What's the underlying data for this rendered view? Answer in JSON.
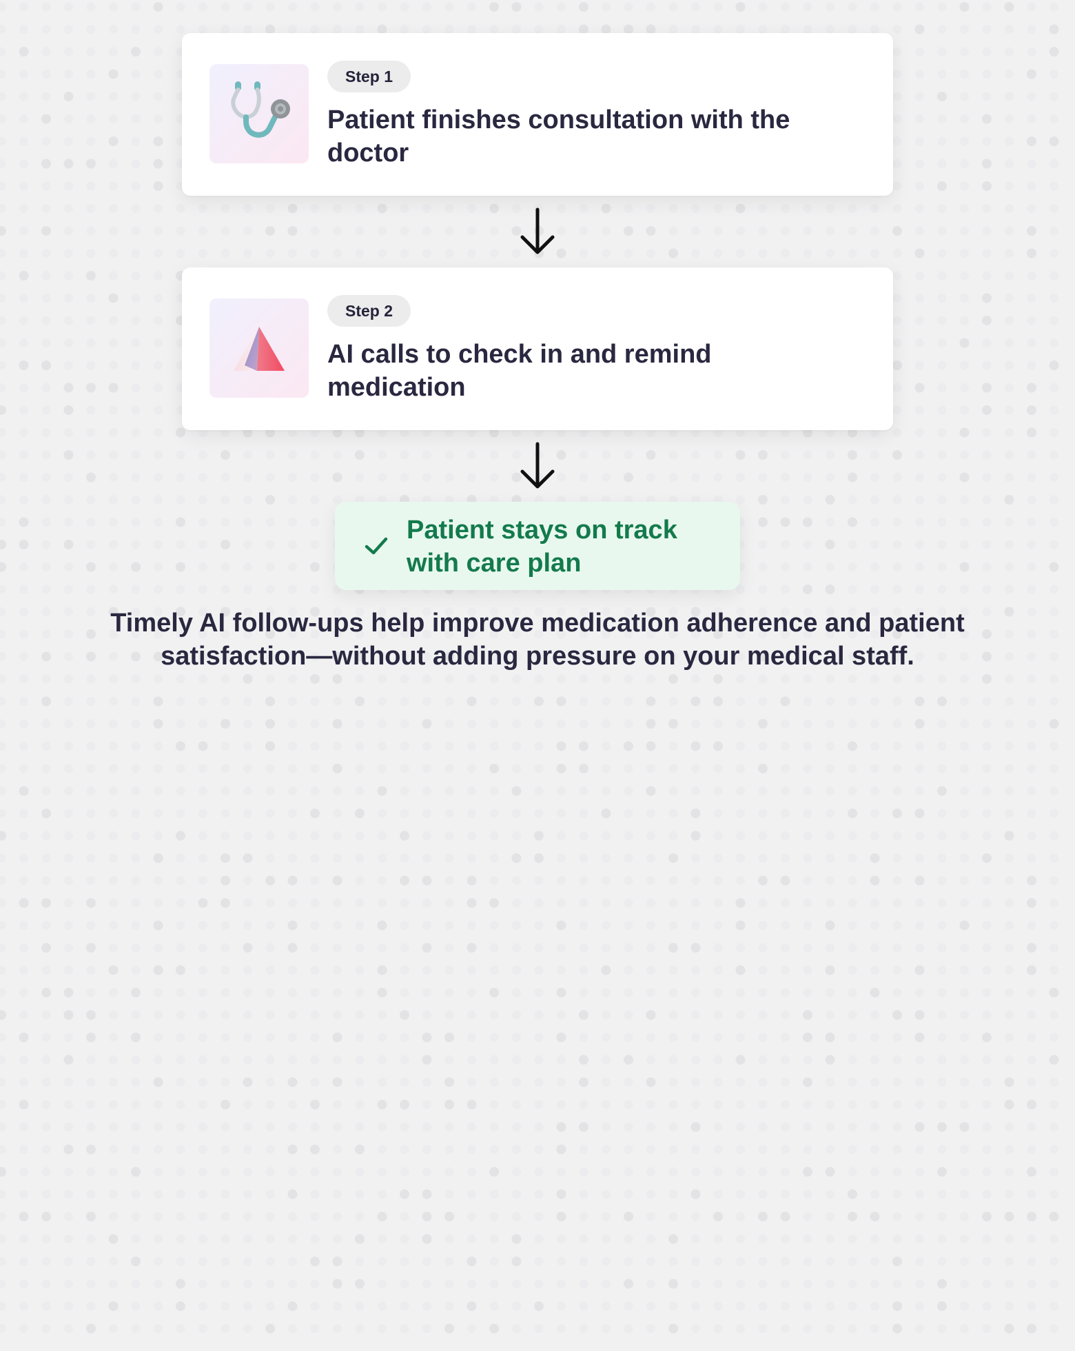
{
  "steps": [
    {
      "badge": "Step 1",
      "title": "Patient finishes consultation with the doctor",
      "icon": "stethoscope-icon"
    },
    {
      "badge": "Step 2",
      "title": "AI calls to check in and remind medication",
      "icon": "gradient-triangle-logo-icon"
    }
  ],
  "outcome": {
    "text": "Patient stays on track with care plan",
    "icon": "checkmark-icon"
  },
  "summary": "Timely AI follow-ups help improve medication adherence and patient satisfaction—without adding pressure on your medical staff.",
  "colors": {
    "background": "#f1f1f2",
    "card": "#ffffff",
    "title_text": "#2a2840",
    "pill": "#ececec",
    "outcome_bg": "#e9f8ef",
    "outcome_text": "#137a4c",
    "icon_tile_start": "#f1f0fd",
    "icon_tile_end": "#fbe8f2",
    "stethoscope": "#6fb9bd",
    "triangle_left": "#7c86c4",
    "triangle_right": "#f35b6f"
  }
}
